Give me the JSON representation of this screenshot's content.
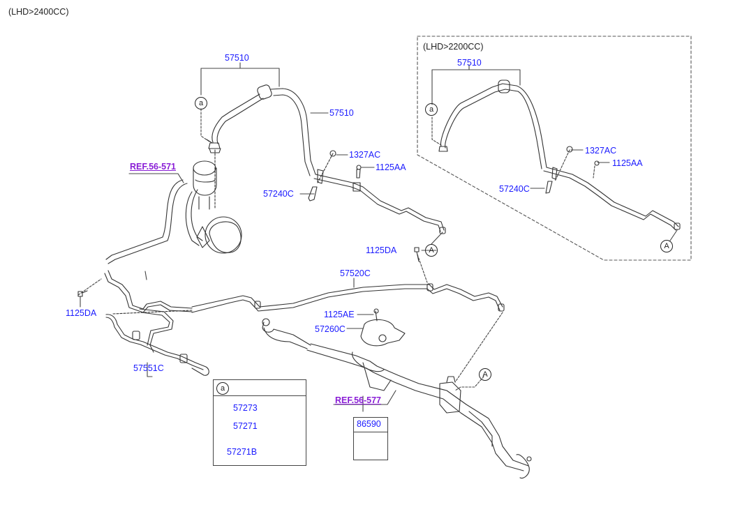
{
  "diagram": {
    "title": "(LHD>2400CC)",
    "inset": {
      "title": "(LHD>2200CC)",
      "labels": {
        "hose": "57510",
        "nut": "1327AC",
        "bolt": "1125AA",
        "bracket": "57240C"
      },
      "markers": {
        "a": "a",
        "A": "A"
      }
    },
    "main_labels": {
      "hose_top": "57510",
      "hose_side": "57510",
      "nut": "1327AC",
      "bolt_aa": "1125AA",
      "bracket": "57240C",
      "bolt_da_right": "1125DA",
      "bolt_da_left": "1125DA",
      "return_tube": "57520C",
      "bolt_ae": "1125AE",
      "bracket_cover": "57260C",
      "cooler_tube": "57551C"
    },
    "references": {
      "pump": "REF.56-571",
      "gear": "REF.56-577"
    },
    "markers": {
      "a": "a",
      "A": "A"
    },
    "detail_a": {
      "marker": "a",
      "parts": [
        "57273",
        "57271",
        "57271B"
      ]
    },
    "detail_clip": {
      "part": "86590"
    }
  }
}
